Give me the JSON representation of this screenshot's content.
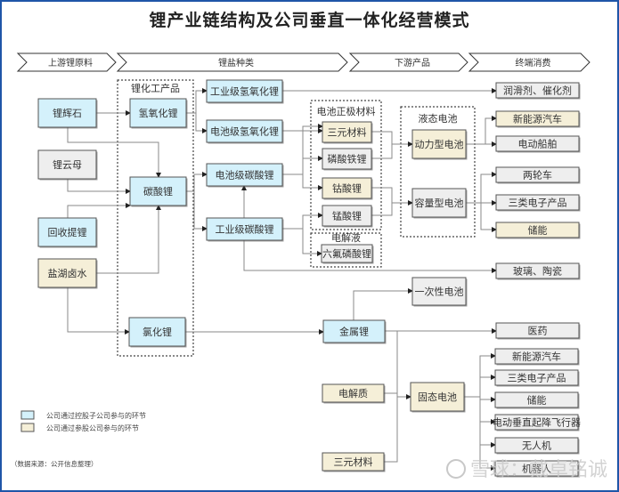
{
  "title": "锂产业链结构及公司垂直一体化经营模式",
  "colors": {
    "controlled": "#d4f1fb",
    "participated": "#f5efd8",
    "other": "#eeeeee",
    "frame": "#1f55a8"
  },
  "stages": [
    {
      "id": "upstream",
      "label": "上游锂原料"
    },
    {
      "id": "salts",
      "label": "锂盐种类"
    },
    {
      "id": "downstream",
      "label": "下游产品"
    },
    {
      "id": "terminal",
      "label": "终端消费"
    }
  ],
  "groups": {
    "chem": "锂化工产品",
    "cathode": "电池正极材料",
    "electrolyte": "电解液",
    "liquid": "液态电池"
  },
  "nodes": {
    "spodumene": {
      "label": "锂辉石",
      "type": "controlled"
    },
    "lepidolite": {
      "label": "锂云母",
      "type": "other"
    },
    "recycling": {
      "label": "回收提锂",
      "type": "controlled"
    },
    "brine": {
      "label": "盐湖卤水",
      "type": "participated"
    },
    "lioh": {
      "label": "氢氧化锂",
      "type": "controlled"
    },
    "li2co3": {
      "label": "碳酸锂",
      "type": "controlled"
    },
    "licl": {
      "label": "氯化锂",
      "type": "controlled"
    },
    "ind_lioh": {
      "label": "工业级氢氧化锂",
      "type": "controlled"
    },
    "bat_lioh": {
      "label": "电池级氢氧化锂",
      "type": "controlled"
    },
    "bat_li2co3": {
      "label": "电池级碳酸锂",
      "type": "controlled"
    },
    "ind_li2co3": {
      "label": "工业级碳酸锂",
      "type": "controlled"
    },
    "ncm": {
      "label": "三元材料",
      "type": "participated"
    },
    "lfp": {
      "label": "磷酸铁锂",
      "type": "other"
    },
    "lco": {
      "label": "钴酸锂",
      "type": "participated"
    },
    "lmo": {
      "label": "锰酸锂",
      "type": "other"
    },
    "lipf6": {
      "label": "六氟磷酸锂",
      "type": "other"
    },
    "power_bat": {
      "label": "动力型电池",
      "type": "participated"
    },
    "cap_bat": {
      "label": "容量型电池",
      "type": "other"
    },
    "lubricant": {
      "label": "润滑剂、催化剂",
      "type": "other"
    },
    "nev1": {
      "label": "新能源汽车",
      "type": "participated"
    },
    "eboat": {
      "label": "电动船舶",
      "type": "other"
    },
    "twowheel": {
      "label": "两轮车",
      "type": "other"
    },
    "cec1": {
      "label": "三类电子产品",
      "type": "other"
    },
    "ess1": {
      "label": "储能",
      "type": "participated"
    },
    "glass": {
      "label": "玻璃、陶瓷",
      "type": "other"
    },
    "primary": {
      "label": "一次性电池",
      "type": "other"
    },
    "li_metal": {
      "label": "金属锂",
      "type": "controlled"
    },
    "medicine": {
      "label": "医药",
      "type": "other"
    },
    "electrolyte2": {
      "label": "电解质",
      "type": "participated"
    },
    "ncm2": {
      "label": "三元材料",
      "type": "participated"
    },
    "ssb": {
      "label": "固态电池",
      "type": "participated"
    },
    "nev2": {
      "label": "新能源汽车",
      "type": "other"
    },
    "cec2": {
      "label": "三类电子产品",
      "type": "other"
    },
    "ess2": {
      "label": "储能",
      "type": "other"
    },
    "evtol": {
      "label": "电动垂直起降飞行器",
      "type": "other"
    },
    "drone": {
      "label": "无人机",
      "type": "other"
    },
    "robot": {
      "label": "机器人",
      "type": "other"
    }
  },
  "legend": [
    {
      "type": "controlled",
      "label": "公司通过控股子公司参与的环节"
    },
    {
      "type": "participated",
      "label": "公司通过参股公司参与的环节"
    }
  ],
  "source": "（数据来源：公开信息整理）",
  "watermark": "雪球：戴卓铭诚"
}
